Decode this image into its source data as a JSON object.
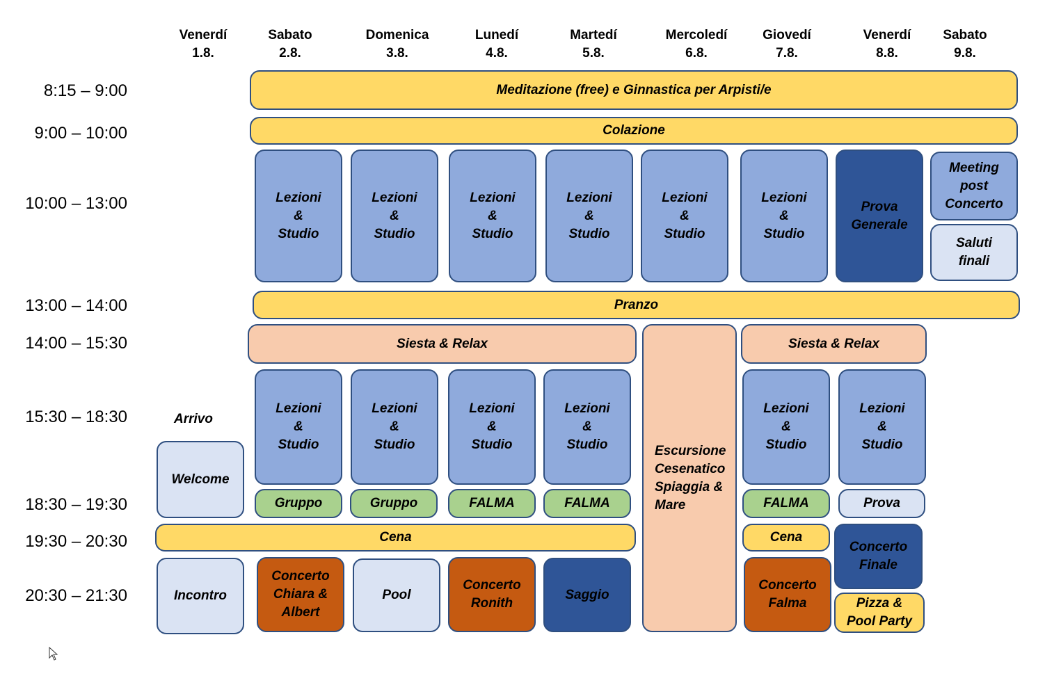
{
  "days": [
    {
      "name": "Venerdí",
      "date": "1.8."
    },
    {
      "name": "Sabato",
      "date": "2.8."
    },
    {
      "name": "Domenica",
      "date": "3.8."
    },
    {
      "name": "Lunedí",
      "date": "4.8."
    },
    {
      "name": "Martedí",
      "date": "5.8."
    },
    {
      "name": "Mercoledí",
      "date": "6.8."
    },
    {
      "name": "Giovedí",
      "date": "7.8."
    },
    {
      "name": "Venerdí",
      "date": "8.8."
    },
    {
      "name": "Sabato",
      "date": "9.8."
    }
  ],
  "times": [
    "8:15 –  9:00",
    "9:00 – 10:00",
    "10:00 – 13:00",
    "13:00 – 14:00",
    "14:00 – 15:30",
    "15:30 – 18:30",
    "18:30 – 19:30",
    "19:30 – 20:30",
    "20:30 – 21:30"
  ],
  "arrivo_label": "Arrivo",
  "events": {
    "meditazione": "Meditazione (free) e Ginnastica per Arpisti/e",
    "colazione": "Colazione",
    "lezioni_studio": "Lezioni\n&\nStudio",
    "prova_generale": "Prova\nGenerale",
    "meeting_post_concerto": "Meeting\npost\nConcerto",
    "saluti_finali": "Saluti\nfinali",
    "pranzo": "Pranzo",
    "siesta_relax": "Siesta & Relax",
    "escursione": "Escursione\nCesenatico\nSpiaggia &\nMare",
    "welcome": "Welcome",
    "gruppo": "Gruppo",
    "falma": "FALMA",
    "prova": "Prova",
    "cena": "Cena",
    "concerto_finale": "Concerto\nFinale",
    "incontro": "Incontro",
    "concerto_chiara_albert": "Concerto\nChiara &\nAlbert",
    "pool": "Pool",
    "concerto_ronith": "Concerto\nRonith",
    "saggio": "Saggio",
    "concerto_falma": "Concerto\nFalma",
    "pizza_pool_party": "Pizza &\nPool Party"
  },
  "colors": {
    "yellow": "#ffd966",
    "blue": "#8faadc",
    "navy": "#2f5597",
    "pale_blue": "#dae3f3",
    "peach": "#f8cbad",
    "green": "#a9d18e",
    "orange": "#c55a11",
    "border": "#2f4f80"
  },
  "icons": [
    "mouse-pointer-icon"
  ]
}
